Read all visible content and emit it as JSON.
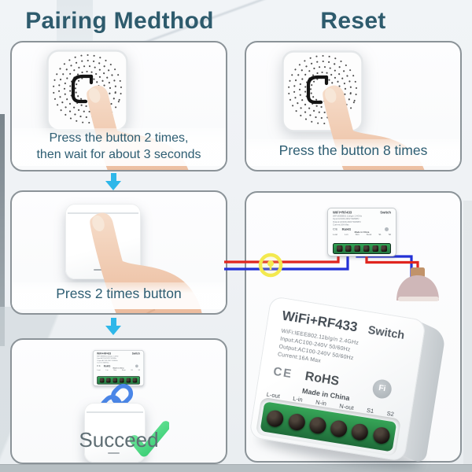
{
  "page": {
    "left_title": "Pairing Medthod",
    "right_title": "Reset"
  },
  "steps": {
    "pairing1": {
      "caption_line1": "Press the button 2 times,",
      "caption_line2": "then wait for about 3 seconds"
    },
    "pairing2": {
      "caption": "Press 2 times button"
    },
    "pairing3": {
      "caption": "Succeed"
    },
    "reset1": {
      "caption": "Press the button 8 times"
    }
  },
  "device_label": {
    "brand": "WiFi+RF433",
    "model": "Switch",
    "specs": [
      "WiFi:IEEE802.11b/g/n 2.4GHz",
      "Input:AC100-240V 50/60Hz",
      "Output:AC100-240V 50/60Hz",
      "Current:16A Max"
    ],
    "ce": "CE",
    "rohs": "RoHS",
    "made": "Made in China",
    "wifi_badge": "Fi",
    "terminals": [
      "L-out",
      "L-in",
      "N-in",
      "N-out",
      "S1",
      "S2"
    ]
  },
  "icons": {
    "down_arrow": "cyan triangle arrow",
    "link": "blue chain link",
    "check": "green check mark",
    "bulb": "yellow bulb circle",
    "press_button": "rounded square button glyph"
  },
  "colors": {
    "title": "#2e5b6d",
    "caption": "#2d5d72",
    "succeed": "#5f6e74",
    "arrow": "#2eb7e9",
    "link": "#4a86e8",
    "check": "#3fd47f",
    "wire_red": "#e0251f",
    "wire_blue": "#2331d6",
    "bulb": "#f3e94f",
    "lamp_dome": "#cfb7b8",
    "lamp_cap": "#c1936a",
    "terminal_green": "#2b9a4d"
  }
}
